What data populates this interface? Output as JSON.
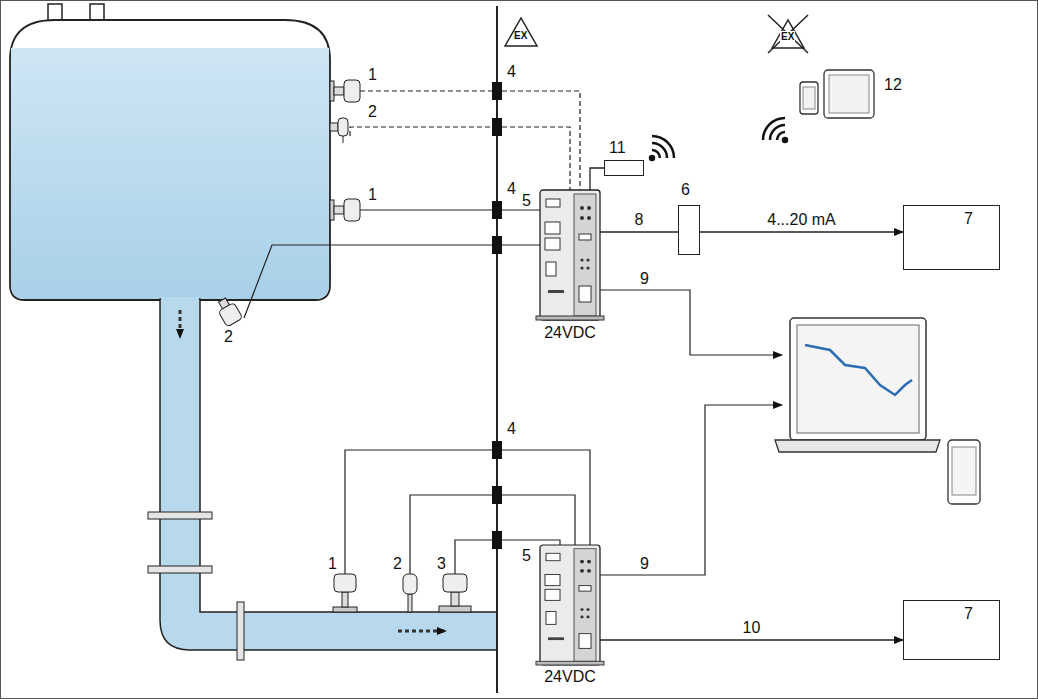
{
  "diagram": {
    "nodes": [
      {
        "text": [
          "5",
          "24VDC"
        ]
      },
      {
        "text": [
          "11"
        ]
      },
      {
        "text": [
          "6"
        ]
      },
      {
        "text": [
          "7"
        ]
      },
      {
        "text": [
          "5",
          "24VDC"
        ]
      },
      {
        "text": [
          "7"
        ]
      }
    ],
    "edges": [
      {
        "from": 0,
        "to": 1,
        "arrow": "none"
      },
      {
        "from": 0,
        "to": 2,
        "arrow": "none",
        "label": "8"
      },
      {
        "from": 2,
        "to": 3,
        "arrow": "to",
        "label": "4...20 mA"
      },
      {
        "from": 4,
        "to": 5,
        "arrow": "to",
        "label": "10"
      }
    ],
    "labels": [
      "EX",
      "EX",
      "1",
      "2",
      "1",
      "2",
      "4",
      "4",
      "4",
      "9",
      "9",
      "1",
      "2",
      "3",
      "12"
    ]
  }
}
